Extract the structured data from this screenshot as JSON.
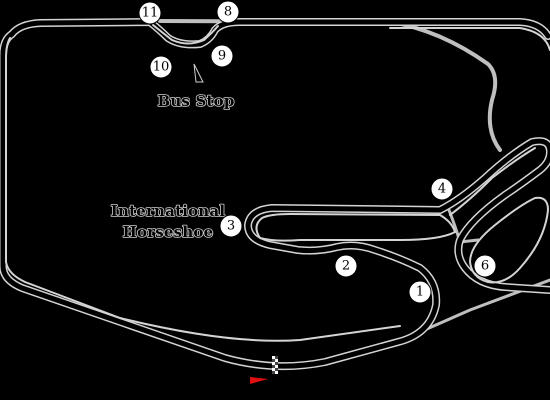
{
  "map": {
    "colors": {
      "background": "#000000",
      "track_edge": "#d4d4d4",
      "track_surface": "#000000",
      "runoff": "#bfbfbf",
      "turn_marker_fill": "#ffffff",
      "flag": "#e11010"
    },
    "turns": [
      {
        "id": "turn-1",
        "label": "1"
      },
      {
        "id": "turn-2",
        "label": "2"
      },
      {
        "id": "turn-3",
        "label": "3"
      },
      {
        "id": "turn-4",
        "label": "4"
      },
      {
        "id": "turn-6",
        "label": "6"
      },
      {
        "id": "turn-8",
        "label": "8"
      },
      {
        "id": "turn-9",
        "label": "9"
      },
      {
        "id": "turn-10",
        "label": "10"
      },
      {
        "id": "turn-11",
        "label": "11"
      }
    ],
    "labels": {
      "bus_stop": "Bus Stop",
      "international_line1": "International",
      "international_line2": "Horseshoe"
    },
    "start_finish": {
      "flag_icon": "red-pennant-flag",
      "line_icon": "checkered-start-finish-line"
    }
  }
}
